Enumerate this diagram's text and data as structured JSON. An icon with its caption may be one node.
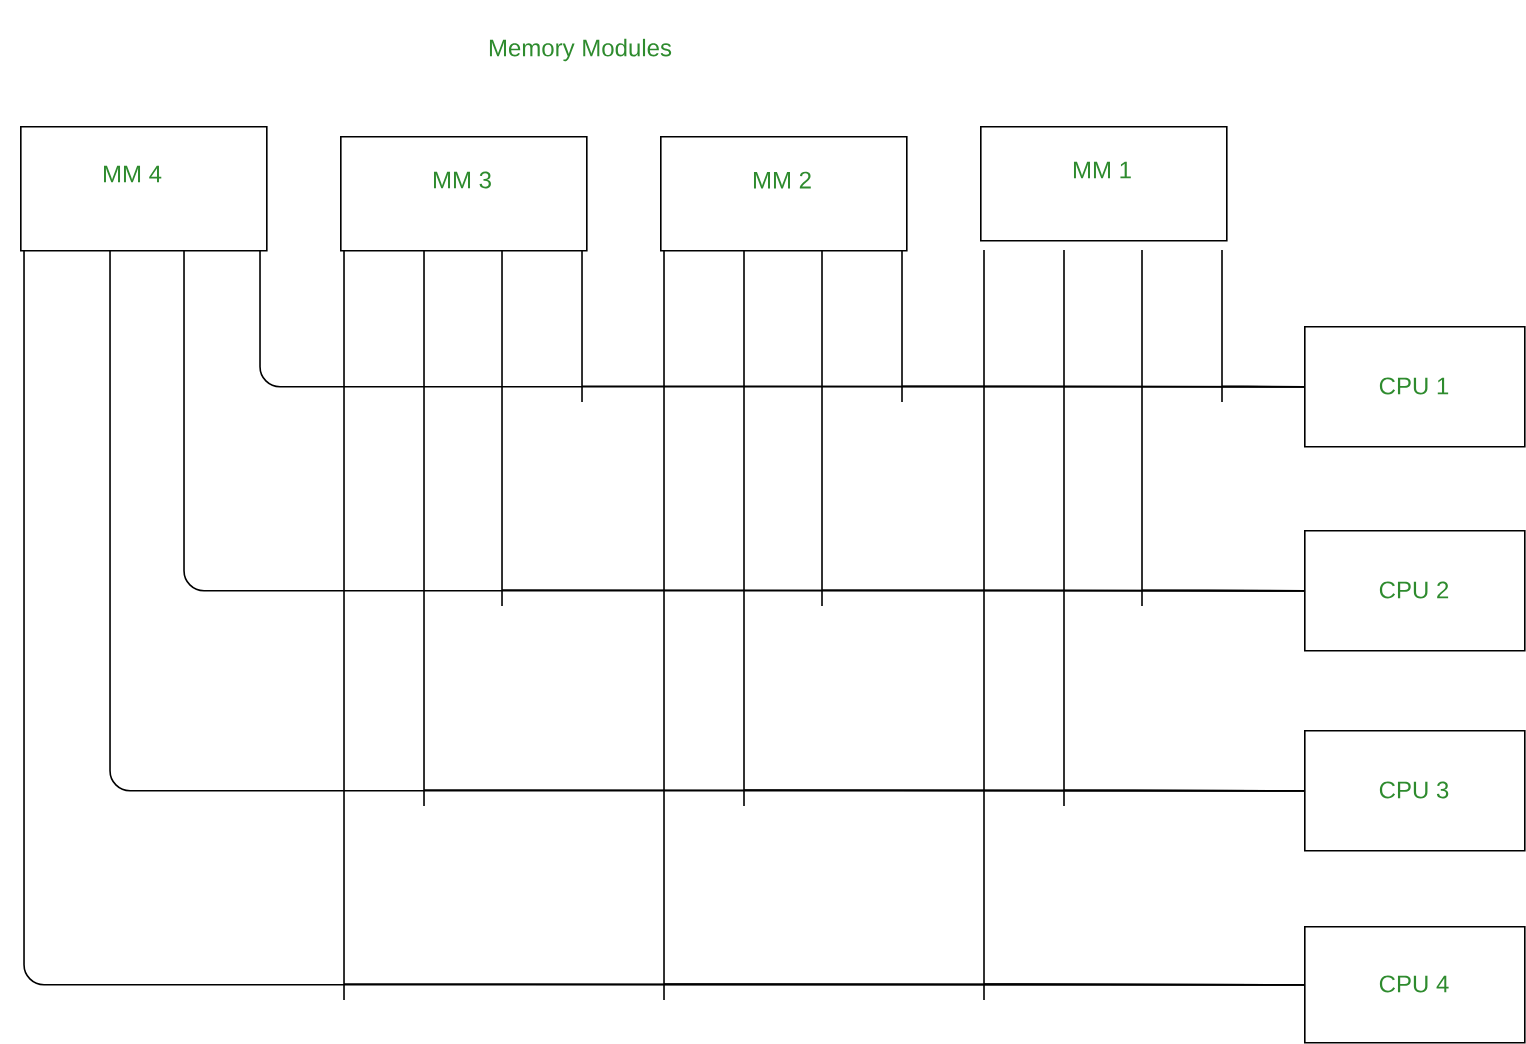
{
  "diagram": {
    "title": "Memory Modules",
    "nodes": [
      {
        "text": [
          "MM 4"
        ]
      },
      {
        "text": [
          "MM 3"
        ]
      },
      {
        "text": [
          "MM 2"
        ]
      },
      {
        "text": [
          "MM 1"
        ]
      },
      {
        "text": [
          "CPU 1"
        ]
      },
      {
        "text": [
          "CPU 2"
        ]
      },
      {
        "text": [
          "CPU 3"
        ]
      },
      {
        "text": [
          "CPU 4"
        ]
      }
    ],
    "edges": [
      {
        "from": 0,
        "to": 4,
        "arrow": "none"
      },
      {
        "from": 0,
        "to": 5,
        "arrow": "none"
      },
      {
        "from": 0,
        "to": 6,
        "arrow": "none"
      },
      {
        "from": 0,
        "to": 7,
        "arrow": "none"
      },
      {
        "from": 1,
        "to": 4,
        "arrow": "none"
      },
      {
        "from": 1,
        "to": 5,
        "arrow": "none"
      },
      {
        "from": 1,
        "to": 6,
        "arrow": "none"
      },
      {
        "from": 1,
        "to": 7,
        "arrow": "none"
      },
      {
        "from": 2,
        "to": 4,
        "arrow": "none"
      },
      {
        "from": 2,
        "to": 5,
        "arrow": "none"
      },
      {
        "from": 2,
        "to": 6,
        "arrow": "none"
      },
      {
        "from": 2,
        "to": 7,
        "arrow": "none"
      },
      {
        "from": 3,
        "to": 4,
        "arrow": "none"
      },
      {
        "from": 3,
        "to": 5,
        "arrow": "none"
      },
      {
        "from": 3,
        "to": 6,
        "arrow": "none"
      },
      {
        "from": 3,
        "to": 7,
        "arrow": "none"
      }
    ]
  }
}
